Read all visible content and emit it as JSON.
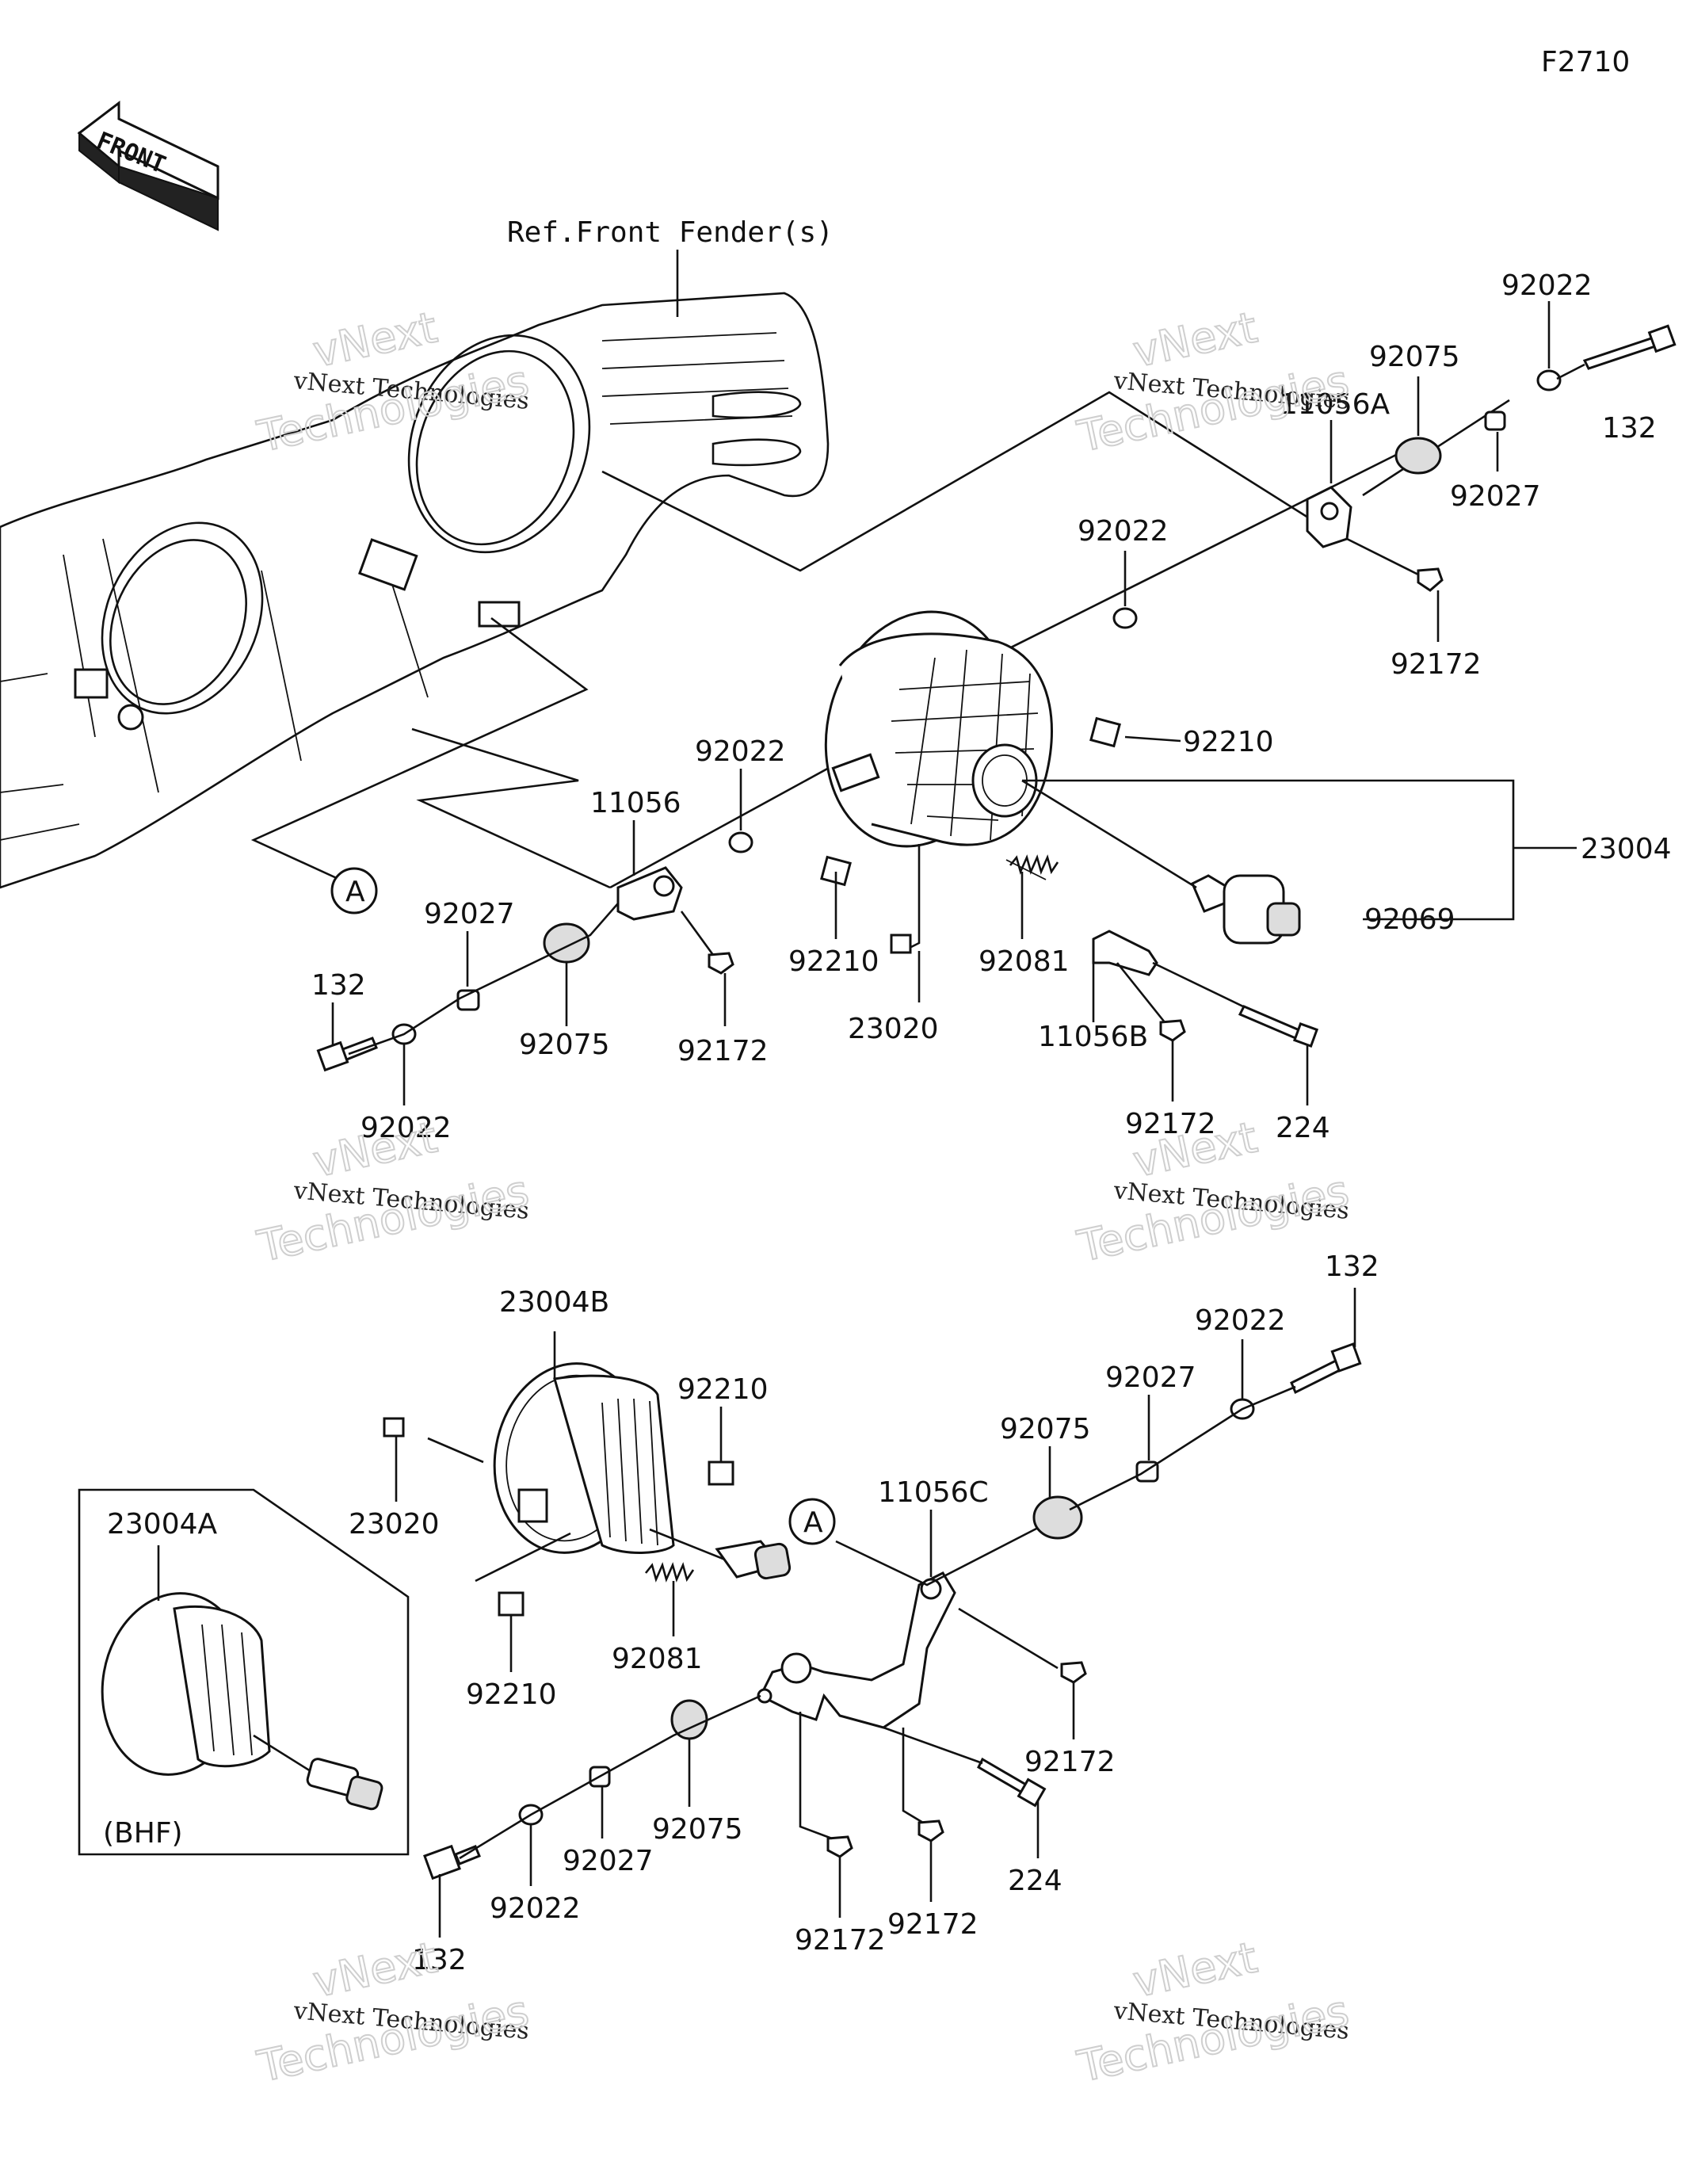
{
  "figure_code": "F2710",
  "front_marker": "FRONT",
  "reference_label": "Ref.Front Fender(s)",
  "variant_box": {
    "part": "23004A",
    "variant": "(BHF)"
  },
  "callouts": {
    "a1": "A",
    "a2": "A"
  },
  "watermark": {
    "line1": "vNext Technologies",
    "line2": "vNext",
    "line3": "Technologies"
  },
  "labels": {
    "p92022_tr": "92022",
    "p132_tr": "132",
    "p92075_tr": "92075",
    "p11056A": "11056A",
    "p92027_tr": "92027",
    "p92022_mid": "92022",
    "p92172_tr": "92172",
    "p92210_tr": "92210",
    "p23004": "23004",
    "p92069": "92069",
    "p92022_l": "92022",
    "p11056": "11056",
    "p92027_l": "92027",
    "p132_l": "132",
    "p92075_l": "92075",
    "p92022_bl": "92022",
    "p92172_l": "92172",
    "p92210_l": "92210",
    "p23020_top": "23020",
    "p92081_top": "92081",
    "p11056B": "11056B",
    "p92172_b": "92172",
    "p224_top": "224",
    "p23004B": "23004B",
    "p92210_b1": "92210",
    "p23020_b": "23020",
    "p23004A": "23004A",
    "p132_br": "132",
    "p92022_br": "92022",
    "p92027_br": "92027",
    "p92075_br": "92075",
    "p11056C": "11056C",
    "p92210_b2": "92210",
    "p92081_b": "92081",
    "p92172_br": "92172",
    "p224_b": "224",
    "p92075_bl": "92075",
    "p92027_bl": "92027",
    "p92022_bl2": "92022",
    "p132_bl": "132",
    "p92172_bl": "92172",
    "p92172_bm": "92172"
  }
}
